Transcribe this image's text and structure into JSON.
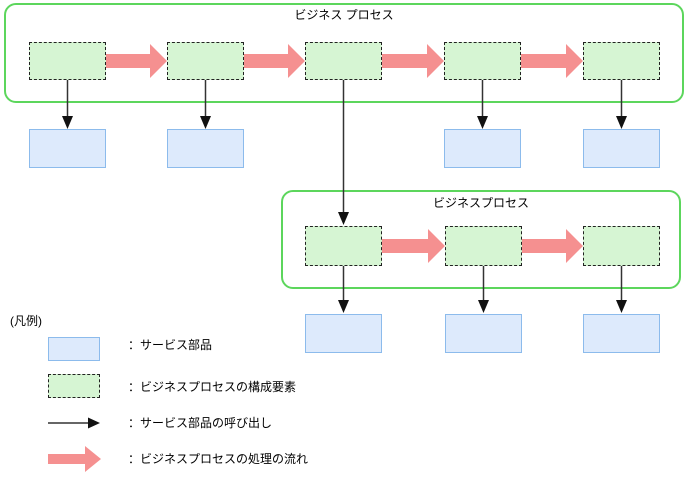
{
  "diagram": {
    "process_top": {
      "title": "ビジネス プロセス"
    },
    "process_bottom": {
      "title": "ビジネスプロセス"
    }
  },
  "legend": {
    "heading": "(凡例)",
    "items": [
      {
        "swatch": "service-component-box",
        "label": "：サービス部品"
      },
      {
        "swatch": "process-element-box",
        "label": "：ビジネスプロセスの構成要素"
      },
      {
        "swatch": "service-call-arrow",
        "label": "：サービス部品の呼び出し"
      },
      {
        "swatch": "process-flow-arrow",
        "label": "：ビジネスプロセスの処理の流れ"
      }
    ]
  },
  "colors": {
    "process_container_border": "#5cd65c",
    "process_element_fill": "#d6f5d3",
    "process_element_border": "#222222",
    "service_component_fill": "#ddeafc",
    "service_component_border": "#8cbbec",
    "process_flow_arrow": "#f59090",
    "service_call_arrow": "#333333"
  }
}
